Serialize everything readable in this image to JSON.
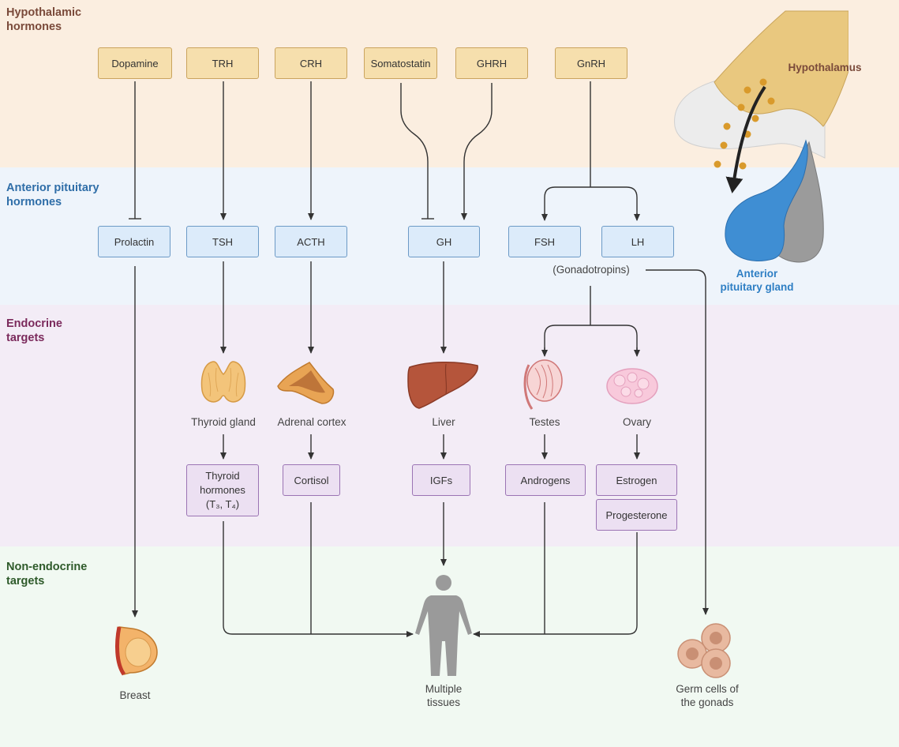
{
  "sections": {
    "hypothalamic": "Hypothalamic\nhormones",
    "anterior": "Anterior pituitary\nhormones",
    "endocrine": "Endocrine\ntargets",
    "nonendocrine": "Non-endocrine\ntargets"
  },
  "hypothalamic_hormones": [
    "Dopamine",
    "TRH",
    "CRH",
    "Somatostatin",
    "GHRH",
    "GnRH"
  ],
  "pituitary_hormones": [
    "Prolactin",
    "TSH",
    "ACTH",
    "GH",
    "FSH",
    "LH"
  ],
  "gonadotropins_label": "(Gonadotropins)",
  "endocrine_targets": [
    "Thyroid gland",
    "Adrenal cortex",
    "Liver",
    "Testes",
    "Ovary"
  ],
  "target_hormones": {
    "thyroid_line1": "Thyroid",
    "thyroid_line2": "hormones",
    "thyroid_line3": "(T₃, T₄)",
    "cortisol": "Cortisol",
    "igfs": "IGFs",
    "androgens": "Androgens",
    "estrogen": "Estrogen",
    "progesterone": "Progesterone"
  },
  "non_endocrine_targets": {
    "breast": "Breast",
    "tissues": "Multiple\ntissues",
    "germ": "Germ cells of\nthe gonads"
  },
  "illustration": {
    "hypothalamus": "Hypothalamus",
    "gland": "Anterior\npituitary gland"
  },
  "colors": {
    "hypo_title": "#7a4a3a",
    "ant_title": "#2f6ea8",
    "endo_title": "#7b2a5c",
    "non_title": "#2e5a2a",
    "gland_label": "#2f7fc4"
  }
}
